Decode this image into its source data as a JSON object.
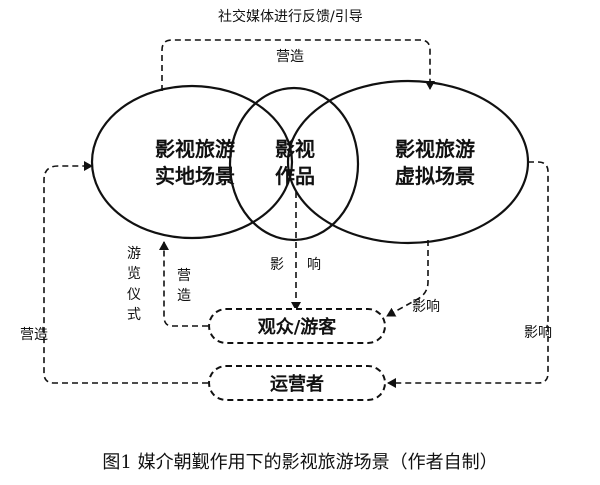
{
  "top_label": "社交媒体进行反馈/引导",
  "top_arrow_label": "营造",
  "circles": {
    "left": {
      "line1": "影视旅游",
      "line2": "实地场景"
    },
    "middle": {
      "line1": "影视",
      "line2": "作品"
    },
    "right": {
      "line1": "影视旅游",
      "line2": "虚拟场景"
    }
  },
  "labels": {
    "tour_ritual": "游览仪式",
    "create_short": "营造",
    "influence_left": "影",
    "influence_right": "响",
    "influence_small": "影响",
    "create_left": "营造",
    "influence_far": "影响"
  },
  "boxes": {
    "audience": "观众/游客",
    "operator": "运营者"
  },
  "caption": "图1 媒介朝觐作用下的影视旅游场景（作者自制）"
}
